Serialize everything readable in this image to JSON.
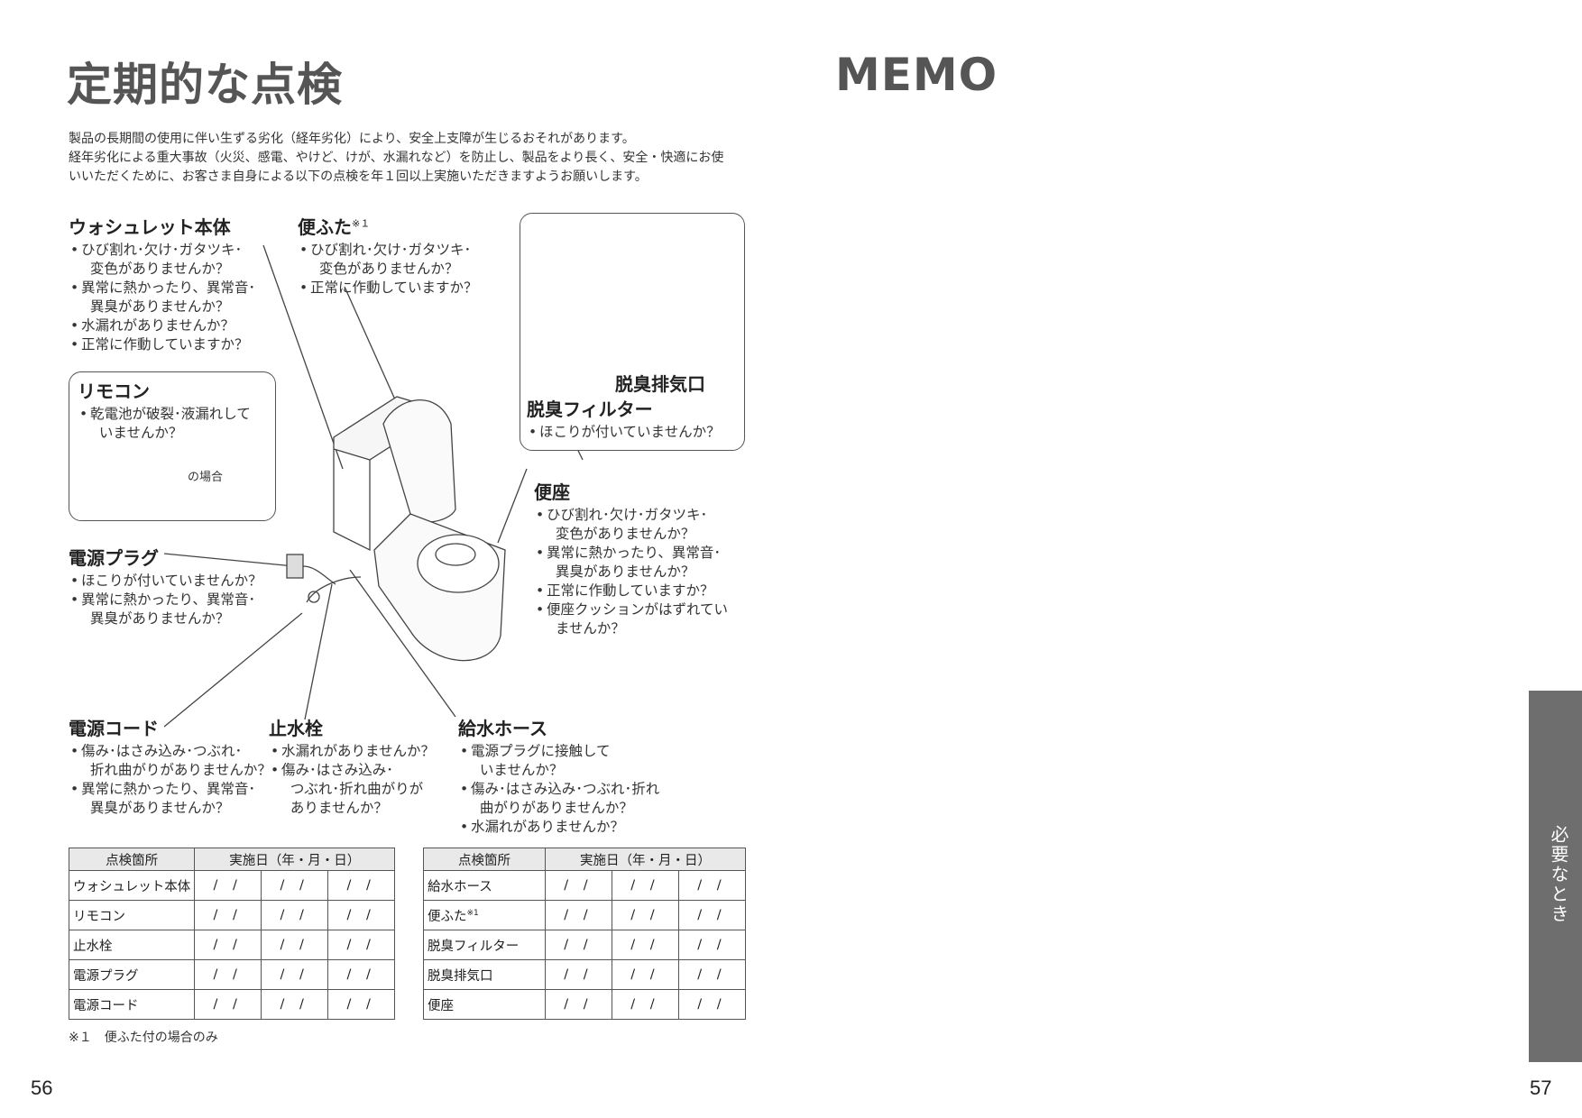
{
  "left_page": {
    "title": "定期的な点検",
    "intro": [
      "製品の長期間の使用に伴い生ずる劣化（経年劣化）により、安全上支障が生じるおそれがあります。",
      "経年劣化による重大事故（火災、感電、やけど、けが、水漏れなど）を防止し、製品をより長く、安全・快適にお使",
      "いいただくために、お客さま自身による以下の点検を年１回以上実施いただきますようお願いします。"
    ],
    "parts": {
      "washlet": {
        "title": "ウォシュレット本体",
        "items": [
          "ひび割れ･欠け･ガタツキ･",
          "  変色がありませんか？",
          "異常に熱かったり、異常音･",
          "  異臭がありませんか？",
          "水漏れがありませんか？",
          "正常に作動していますか？"
        ]
      },
      "lid": {
        "title": "便ふた",
        "note_mark": "※１",
        "items": [
          "ひび割れ･欠け･ガタツキ･",
          "  変色がありませんか？",
          "正常に作動していますか？"
        ]
      },
      "remote": {
        "title": "リモコン",
        "items": [
          "乾電池が破裂･液漏れして",
          "  いませんか？"
        ],
        "case_label": "の場合"
      },
      "filter": {
        "exhaust_label": "脱臭排気口",
        "title": "脱臭フィルター",
        "items": [
          "ほこりが付いていませんか？"
        ]
      },
      "seat": {
        "title": "便座",
        "items": [
          "ひび割れ･欠け･ガタツキ･",
          "  変色がありませんか？",
          "異常に熱かったり、異常音･",
          "  異臭がありませんか？",
          "正常に作動していますか？",
          "便座クッションがはずれてい",
          "  ませんか？"
        ]
      },
      "plug": {
        "title": "電源プラグ",
        "items": [
          "ほこりが付いていませんか？",
          "異常に熱かったり、異常音･",
          "  異臭がありませんか？"
        ]
      },
      "cord": {
        "title": "電源コード",
        "items": [
          "傷み･はさみ込み･つぶれ･",
          "  折れ曲がりがありませんか？",
          "異常に熱かったり、異常音･",
          "  異臭がありませんか？"
        ]
      },
      "valve": {
        "title": "止水栓",
        "items": [
          "水漏れがありませんか？",
          "傷み･はさみ込み･",
          "  つぶれ･折れ曲がりが",
          "  ありませんか？"
        ]
      },
      "hose": {
        "title": "給水ホース",
        "items": [
          "電源プラグに接触して",
          "  いませんか？",
          "傷み･はさみ込み･つぶれ･折れ",
          "  曲がりがありませんか？",
          "水漏れがありませんか？"
        ]
      }
    },
    "table_headers": {
      "location": "点検箇所",
      "date": "実施日（年・月・日）"
    },
    "date_blank": "/ /",
    "table_left": [
      "ウォシュレット本体",
      "リモコン",
      "止水栓",
      "電源プラグ",
      "電源コード"
    ],
    "table_right": [
      "給水ホース",
      "便ふた",
      "脱臭フィルター",
      "脱臭排気口",
      "便座"
    ],
    "table_right_note": "※1",
    "footnote": "※１　便ふた付の場合のみ",
    "page_number": "56"
  },
  "right_page": {
    "title": "MEMO",
    "side_tab": "必要なとき",
    "page_number": "57"
  }
}
